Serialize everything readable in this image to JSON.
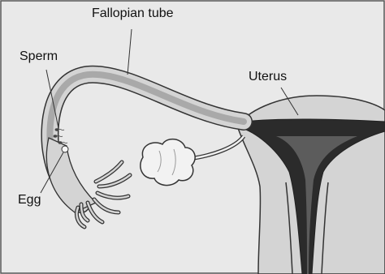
{
  "diagram": {
    "labels": {
      "fallopian_tube": "Fallopian tube",
      "sperm": "Sperm",
      "uterus": "Uterus",
      "egg": "Egg"
    },
    "colors": {
      "background": "#e9e9e9",
      "tissue": "#d4d4d4",
      "tube_lumen": "#a9a9a9",
      "cavity": "#2b2b2b",
      "ovary": "#f2f2f2",
      "outline": "#333333",
      "frame": "#555555"
    }
  }
}
